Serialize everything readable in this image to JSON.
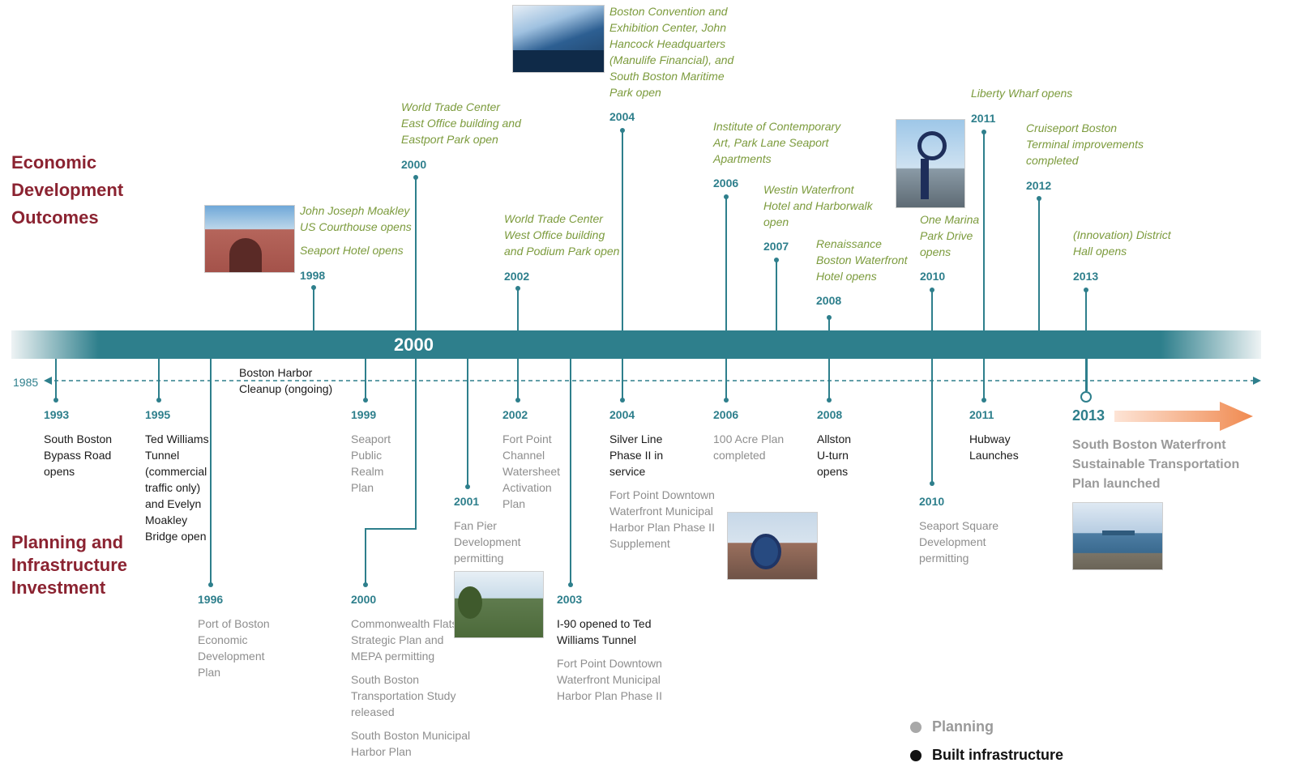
{
  "sections": {
    "economic": "Economic Development Outcomes",
    "planning": "Planning and Infrastructure Investment"
  },
  "band_year": "2000",
  "axis_start": "1985",
  "harbor_note": "Boston Harbor Cleanup (ongoing)",
  "econ_events": {
    "e1998": {
      "year": "1998",
      "t1": "John Joseph Moakley US Courthouse opens",
      "t2": "Seaport Hotel opens"
    },
    "e2000": {
      "year": "2000",
      "text": "World Trade Center East Office building and Eastport Park open"
    },
    "e2002": {
      "year": "2002",
      "text": "World Trade Center West Office building and Podium Park open"
    },
    "e2004": {
      "year": "2004",
      "text": "Boston Convention and Exhibition Center, John Hancock Headquarters (Manulife Financial), and South Boston Maritime Park open"
    },
    "e2006": {
      "year": "2006",
      "text": "Institute of Contemporary Art, Park Lane Seaport Apartments"
    },
    "e2007": {
      "year": "2007",
      "text": "Westin Waterfront Hotel and Harborwalk open"
    },
    "e2008": {
      "year": "2008",
      "text": "Renaissance Boston Waterfront Hotel opens"
    },
    "e2010": {
      "year": "2010",
      "text": "One Marina Park Drive opens"
    },
    "e2011": {
      "year": "2011",
      "text": "Liberty Wharf opens"
    },
    "e2012": {
      "year": "2012",
      "text": "Cruiseport Boston Terminal improvements completed"
    },
    "e2013": {
      "year": "2013",
      "text": "(Innovation) District Hall opens"
    }
  },
  "plan_events": {
    "p1993": {
      "year": "1993",
      "text": "South Boston Bypass Road opens",
      "kind": "built"
    },
    "p1995": {
      "year": "1995",
      "text": "Ted Williams Tunnel (commercial traffic only) and Evelyn Moakley Bridge open",
      "kind": "built"
    },
    "p1996": {
      "year": "1996",
      "text": "Port of Boston Economic Development Plan",
      "kind": "planning"
    },
    "p1999": {
      "year": "1999",
      "text": "Seaport Public Realm Plan",
      "kind": "planning"
    },
    "p2000": {
      "year": "2000",
      "t1": "Commonwealth Flats Strategic Plan and MEPA permitting",
      "t2": "South Boston Transportation Study released",
      "t3": "South Boston Municipal Harbor Plan",
      "kind": "planning"
    },
    "p2001": {
      "year": "2001",
      "text": "Fan Pier Development permitting",
      "kind": "planning"
    },
    "p2002": {
      "year": "2002",
      "text": "Fort Point Channel Watersheet Activation Plan",
      "kind": "planning"
    },
    "p2003": {
      "year": "2003",
      "t1": "I-90 opened to Ted Williams Tunnel",
      "t2": "Fort Point Downtown Waterfront Municipal Harbor Plan Phase II",
      "kind": "built"
    },
    "p2004": {
      "year": "2004",
      "t1": "Silver Line Phase II in service",
      "t2": "Fort Point Downtown Waterfront Municipal Harbor Plan Phase II Supplement",
      "kind": "built"
    },
    "p2006": {
      "year": "2006",
      "text": "100 Acre Plan completed",
      "kind": "planning"
    },
    "p2008": {
      "year": "2008",
      "text": "Allston U-turn opens",
      "kind": "built"
    },
    "p2010": {
      "year": "2010",
      "text": "Seaport Square Development permitting",
      "kind": "planning"
    },
    "p2011": {
      "year": "2011",
      "text": "Hubway Launches",
      "kind": "built"
    },
    "p2013": {
      "year": "2013",
      "text": "South Boston Waterfront Sustainable Transportation Plan launched",
      "kind": "planning"
    }
  },
  "legend": {
    "planning": "Planning",
    "built": "Built infrastructure"
  },
  "colors": {
    "accent": "#2e7f8c",
    "section_title": "#8b2331",
    "econ_text": "#7c9b3d",
    "planning_text": "#8e8e8e",
    "built_text": "#1a1a1a",
    "arrow": "#f0a070"
  }
}
